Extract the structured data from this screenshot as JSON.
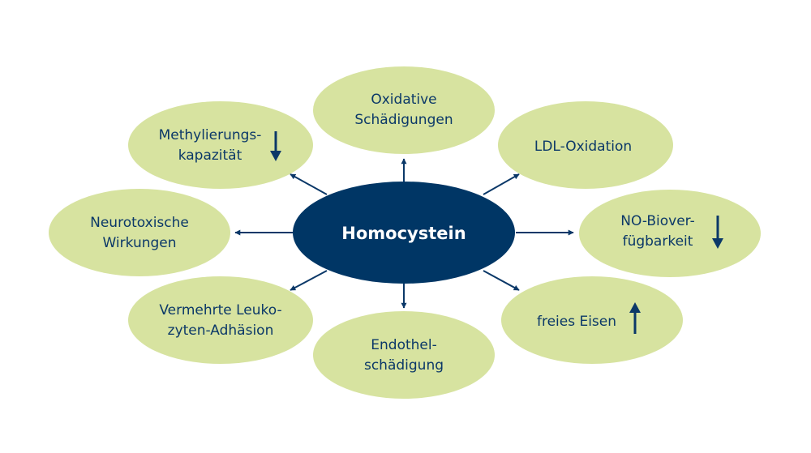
{
  "colors": {
    "center_fill": "#003665",
    "node_fill": "#d7e3a0",
    "text": "#0b3868",
    "arrow": "#0b3868"
  },
  "center": {
    "label": "Homocystein"
  },
  "nodes": {
    "oxidative": {
      "line1": "Oxidative",
      "line2": "Schädigungen"
    },
    "ldl": {
      "line1": "LDL-Oxidation"
    },
    "no": {
      "line1": "NO-Biover-",
      "line2": "fügbarkeit",
      "trend": "down"
    },
    "eisen": {
      "line1": "freies Eisen",
      "trend": "up"
    },
    "endothel": {
      "line1": "Endothel-",
      "line2": "schädigung"
    },
    "leuko": {
      "line1": "Vermehrte Leuko-",
      "line2": "zyten-Adhäsion"
    },
    "neuro": {
      "line1": "Neurotoxische",
      "line2": "Wirkungen"
    },
    "methyl": {
      "line1": "Methylierungs-",
      "line2": "kapazität",
      "trend": "down"
    }
  }
}
